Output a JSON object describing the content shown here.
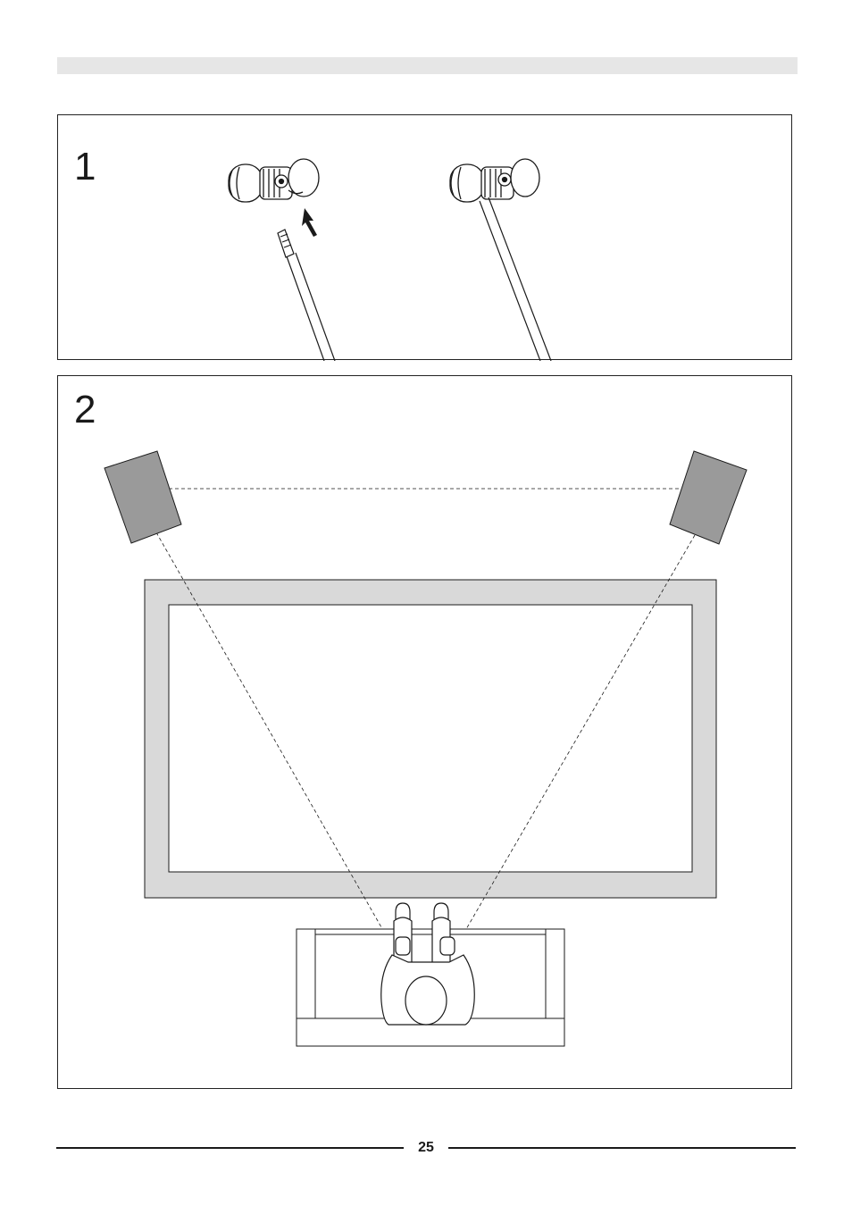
{
  "steps": [
    {
      "number": "1"
    },
    {
      "number": "2"
    }
  ],
  "footer": {
    "page_number": "25"
  },
  "colors": {
    "header_bar": "#e6e6e6",
    "speaker": "#9a9a9a",
    "screen_frame": "#d9d9d9",
    "line": "#1a1a1a"
  },
  "icons": {
    "terminal": "speaker-terminal-icon",
    "arrow": "insert-arrow-icon",
    "speaker": "speaker-box-icon",
    "person": "listener-icon"
  }
}
